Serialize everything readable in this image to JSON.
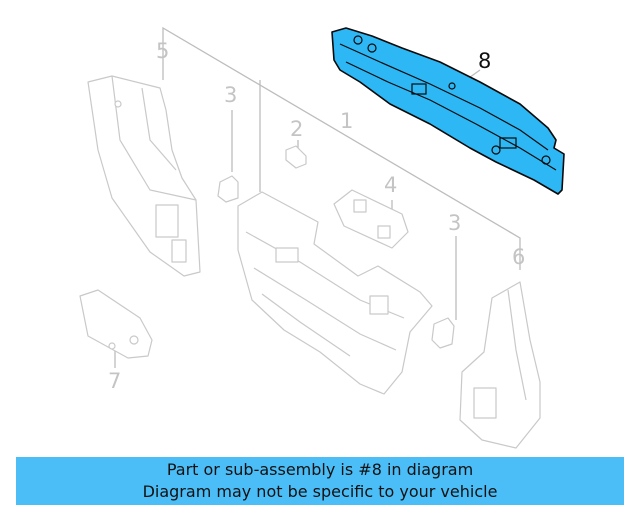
{
  "callouts": {
    "c1": "1",
    "c2": "2",
    "c3a": "3",
    "c3b": "3",
    "c4": "4",
    "c5": "5",
    "c6": "6",
    "c7": "7",
    "c8": "8"
  },
  "highlight_color": "#2db8f5",
  "caption": {
    "line1": "Part or sub-assembly is #8 in diagram",
    "line2": "Diagram may not be specific to your vehicle",
    "background": "#4cbef7"
  }
}
